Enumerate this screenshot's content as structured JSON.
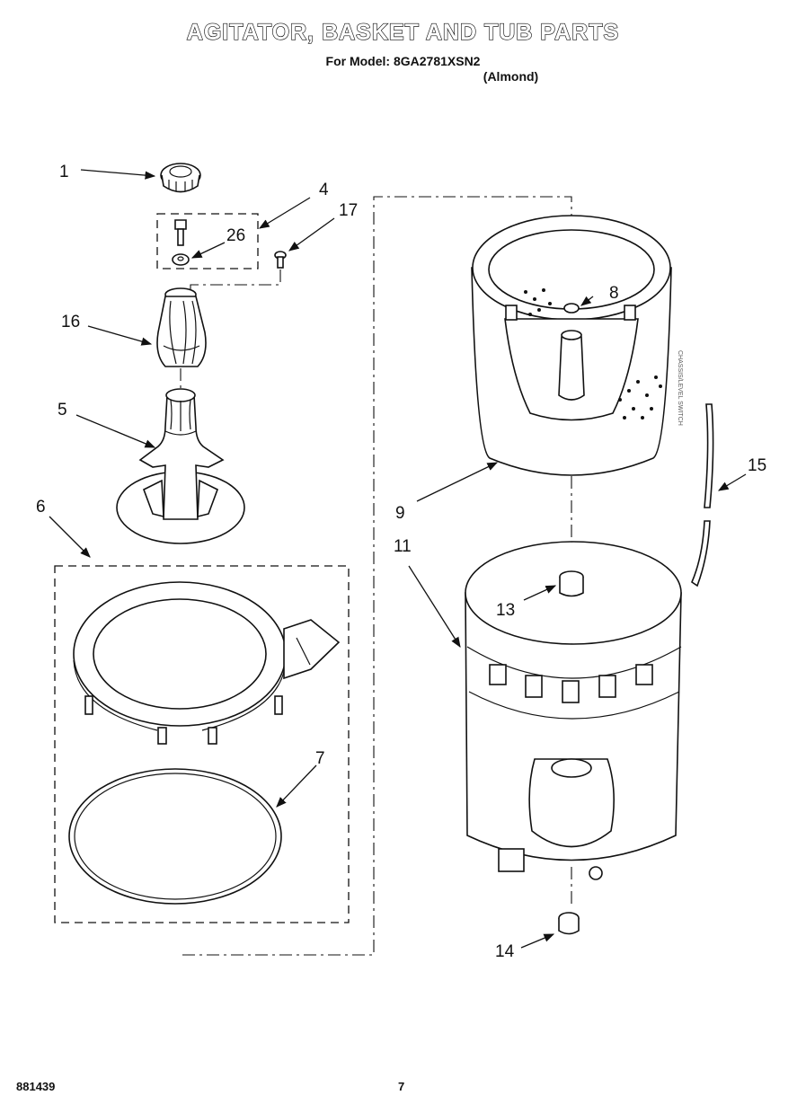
{
  "header": {
    "title": "AGITATOR, BASKET AND TUB PARTS",
    "model_line": "For Model: 8GA2781XSN2",
    "color_line": "(Almond)"
  },
  "callouts": {
    "c1": "1",
    "c4": "4",
    "c17": "17",
    "c26": "26",
    "c16": "16",
    "c5": "5",
    "c6": "6",
    "c7": "7",
    "c8": "8",
    "c9": "9",
    "c11": "11",
    "c13": "13",
    "c14": "14",
    "c15": "15"
  },
  "side_note": "CHASSIS/LEVEL SWITCH",
  "footer": {
    "doc_number": "881439",
    "page": "7"
  }
}
